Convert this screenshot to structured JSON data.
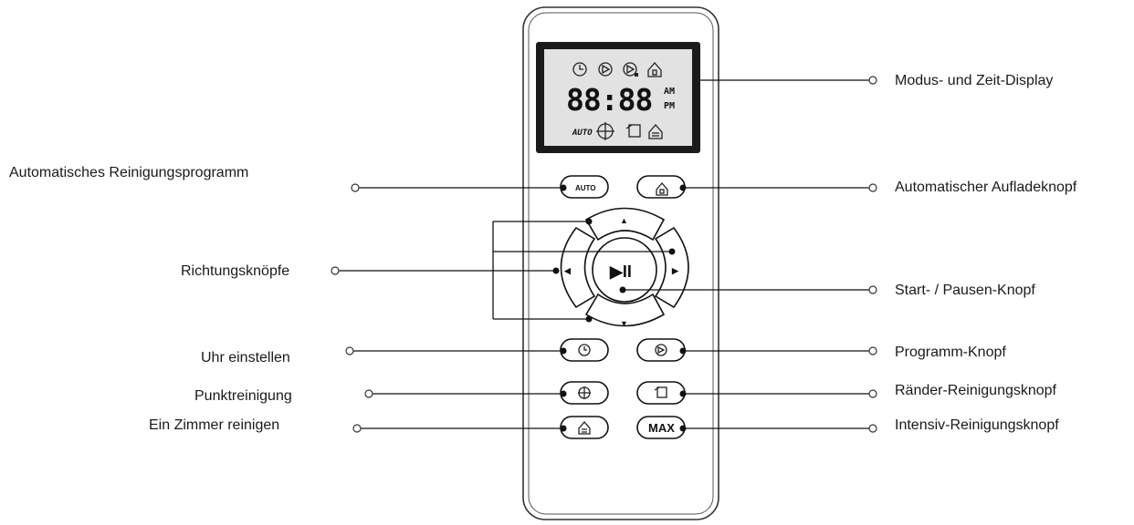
{
  "labels": {
    "display": "Modus- und Zeit-Display",
    "auto_program": "Automatisches Reinigungsprogramm",
    "auto_charge": "Automatischer Aufladeknopf",
    "direction": "Richtungsknöpfe",
    "start_pause": "Start- / Pausen-Knopf",
    "clock": "Uhr einstellen",
    "program": "Programm-Knopf",
    "spot": "Punktreinigung",
    "edge": "Ränder-Reinigungsknopf",
    "room": "Ein Zimmer reinigen",
    "intensive": "Intensiv-Reinigungsknopf"
  },
  "lcd": {
    "time": "88:88",
    "am": "AM",
    "pm": "PM",
    "auto": "AUTO"
  },
  "buttons": {
    "auto": "AUTO",
    "max": "MAX",
    "up": "▲",
    "down": "▼",
    "left": "◀",
    "right": "▶",
    "play_pause": "▶II"
  }
}
